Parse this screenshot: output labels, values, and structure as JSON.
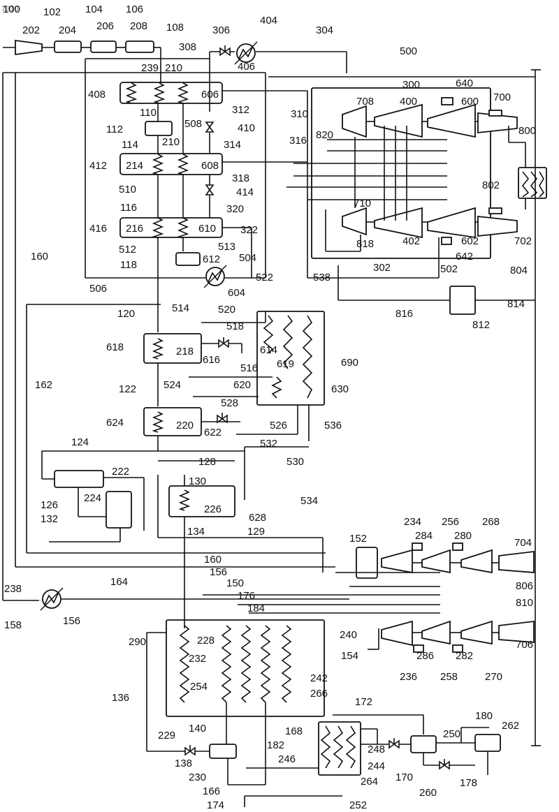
{
  "corner_mark": "7310",
  "labels": {
    "l100": "100",
    "l102": "102",
    "l104": "104",
    "l106": "106",
    "l108": "108",
    "l202": "202",
    "l204": "204",
    "l206": "206",
    "l208": "208",
    "l110": "110",
    "l112": "112",
    "l114": "114",
    "l116": "116",
    "l118": "118",
    "l120": "120",
    "l122": "122",
    "l124": "124",
    "l126": "126",
    "l128": "128",
    "l129": "129",
    "l130": "130",
    "l132": "132",
    "l134": "134",
    "l136": "136",
    "l138": "138",
    "l140": "140",
    "l150": "150",
    "l152": "152",
    "l154": "154",
    "l156a": "156",
    "l156b": "156",
    "l158": "158",
    "l160a": "160",
    "l160b": "160",
    "l162": "162",
    "l164": "164",
    "l166": "166",
    "l168": "168",
    "l170": "170",
    "l172": "172",
    "l174": "174",
    "l176": "176",
    "l178": "178",
    "l180": "180",
    "l182": "182",
    "l184": "184",
    "l210a": "210",
    "l210b": "210",
    "l214": "214",
    "l216": "216",
    "l218": "218",
    "l220": "220",
    "l222": "222",
    "l224": "224",
    "l226": "226",
    "l228": "228",
    "l229": "229",
    "l230": "230",
    "l232": "232",
    "l234": "234",
    "l236": "236",
    "l238": "238",
    "l239": "239",
    "l240": "240",
    "l242": "242",
    "l244": "244",
    "l246": "246",
    "l248": "248",
    "l250": "250",
    "l252": "252",
    "l254": "254",
    "l256": "256",
    "l258": "258",
    "l260": "260",
    "l262": "262",
    "l264": "264",
    "l266": "266",
    "l268": "268",
    "l270": "270",
    "l280": "280",
    "l282": "282",
    "l284": "284",
    "l286": "286",
    "l290": "290",
    "l300": "300",
    "l302": "302",
    "l304": "304",
    "l306": "306",
    "l308": "308",
    "l310": "310",
    "l312": "312",
    "l314": "314",
    "l316": "316",
    "l318": "318",
    "l320": "320",
    "l322": "322",
    "l400": "400",
    "l402": "402",
    "l404": "404",
    "l406": "406",
    "l408": "408",
    "l410": "410",
    "l412": "412",
    "l414": "414",
    "l416": "416",
    "l500": "500",
    "l502": "502",
    "l504": "504",
    "l506": "506",
    "l508": "508",
    "l510": "510",
    "l512": "512",
    "l513": "513",
    "l514": "514",
    "l516": "516",
    "l518": "518",
    "l520": "520",
    "l522": "522",
    "l524": "524",
    "l526": "526",
    "l528": "528",
    "l530": "530",
    "l532": "532",
    "l534": "534",
    "l536": "536",
    "l538": "538",
    "l600": "600",
    "l602": "602",
    "l604": "604",
    "l606": "606",
    "l608": "608",
    "l610": "610",
    "l612": "612",
    "l614": "614",
    "l616": "616",
    "l618": "618",
    "l619": "619",
    "l620": "620",
    "l622": "622",
    "l624": "624",
    "l628": "628",
    "l630": "630",
    "l640": "640",
    "l642": "642",
    "l690": "690",
    "l700": "700",
    "l702": "702",
    "l704": "704",
    "l706": "706",
    "l708": "708",
    "l710": "710",
    "l800": "800",
    "l802": "802",
    "l804": "804",
    "l806": "806",
    "l810": "810",
    "l812": "812",
    "l814": "814",
    "l816": "816",
    "l818": "818",
    "l820": "820"
  }
}
